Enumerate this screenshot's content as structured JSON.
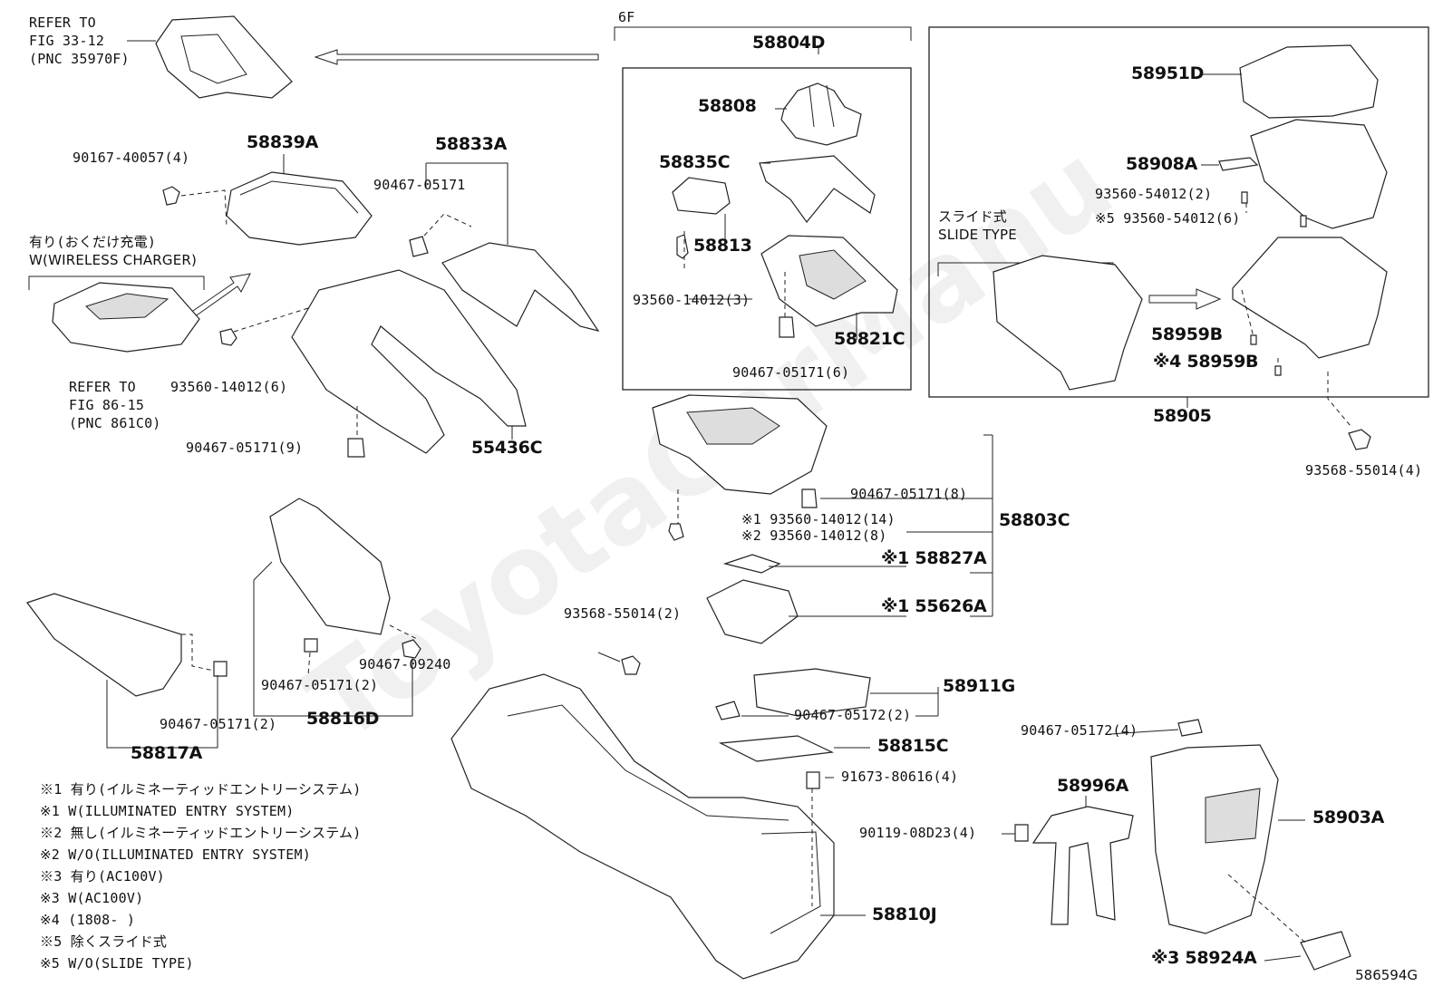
{
  "watermark": "ToyotaCarManu",
  "figure_id": "586594G",
  "group_6f": "6F",
  "refs": {
    "top_ref": [
      "REFER TO",
      "FIG 33-12",
      "(PNC 35970F)"
    ],
    "wireless_ref": [
      "REFER TO",
      "FIG 86-15",
      "(PNC 861C0)"
    ],
    "wireless_jp": "有り(おくだけ充電)",
    "wireless_en": "W(WIRELESS CHARGER)",
    "slide_jp": "スライド式",
    "slide_en": "SLIDE TYPE"
  },
  "labels": {
    "p58804D": "58804D",
    "p58808": "58808",
    "p58835C": "58835C",
    "p58813": "58813",
    "p93560_14012_3": "93560-14012(3)",
    "p58821C": "58821C",
    "p90467_05171_6": "90467-05171(6)",
    "p58951D": "58951D",
    "p58908A": "58908A",
    "p93560_54012_2": "93560-54012(2)",
    "p93560_54012_6": "※5 93560-54012(6)",
    "p58959B_a": "58959B",
    "p58959B_b": "※4 58959B",
    "p58905": "58905",
    "p93568_55014_4": "93568-55014(4)",
    "p90167_40057_4": "90167-40057(4)",
    "p58839A": "58839A",
    "p58833A": "58833A",
    "p90467_05171": "90467-05171",
    "p93560_14012_6": "93560-14012(6)",
    "p90467_05171_9": "90467-05171(9)",
    "p55436C": "55436C",
    "p90467_05171_8": "90467-05171(8)",
    "p93560_14012_14": "※1 93560-14012(14)",
    "p93560_14012_8": "※2 93560-14012(8)",
    "p58803C": "58803C",
    "p58827A": "※1 58827A",
    "p55626A": "※1 55626A",
    "p93568_55014_2": "93568-55014(2)",
    "p90467_09240": "90467-09240",
    "p90467_05171_2a": "90467-05171(2)",
    "p58816D": "58816D",
    "p90467_05171_2b": "90467-05171(2)",
    "p58817A": "58817A",
    "p58911G": "58911G",
    "p90467_05172_2": "90467-05172(2)",
    "p58815C": "58815C",
    "p91673_80616_4": "91673-80616(4)",
    "p90467_05172_4": "90467-05172(4)",
    "p58996A": "58996A",
    "p90119_08D23_4": "90119-08D23(4)",
    "p58903A": "58903A",
    "p58810J": "58810J",
    "p58924A": "※3 58924A"
  },
  "notes": [
    "※1 有り(イルミネーティッドエントリーシステム)",
    "※1 W(ILLUMINATED ENTRY SYSTEM)",
    "※2 無し(イルミネーティッドエントリーシステム)",
    "※2 W/O(ILLUMINATED ENTRY SYSTEM)",
    "※3 有り(AC100V)",
    "※3 W(AC100V)",
    "※4 (1808-      )",
    "※5 除くスライド式",
    "※5 W/O(SLIDE TYPE)"
  ]
}
